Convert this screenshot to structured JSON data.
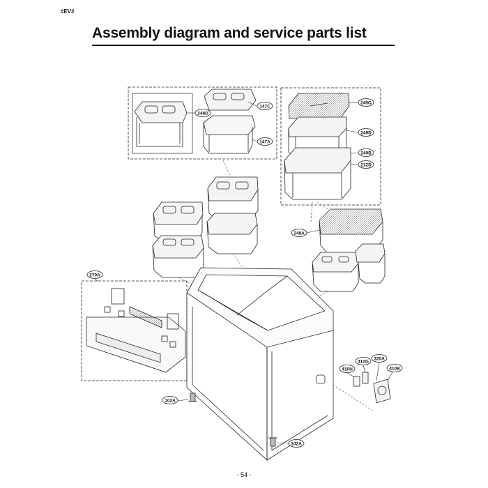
{
  "header": {
    "doc_code": "#EV#",
    "title": "Assembly diagram and service parts list"
  },
  "footer": {
    "page_number": "- 54 -"
  },
  "callouts": {
    "c248d": "248D",
    "c147c": "147C",
    "c147a": "147A",
    "c249g": "249G",
    "c249d": "249D",
    "c249b": "249B",
    "c212d": "212D",
    "c248a": "248A",
    "c270a": "270A",
    "c410h": "410H",
    "c410g": "410G",
    "c320a": "320A",
    "c410b": "410B",
    "c102a_left": "102A",
    "c102a_right": "102A"
  }
}
